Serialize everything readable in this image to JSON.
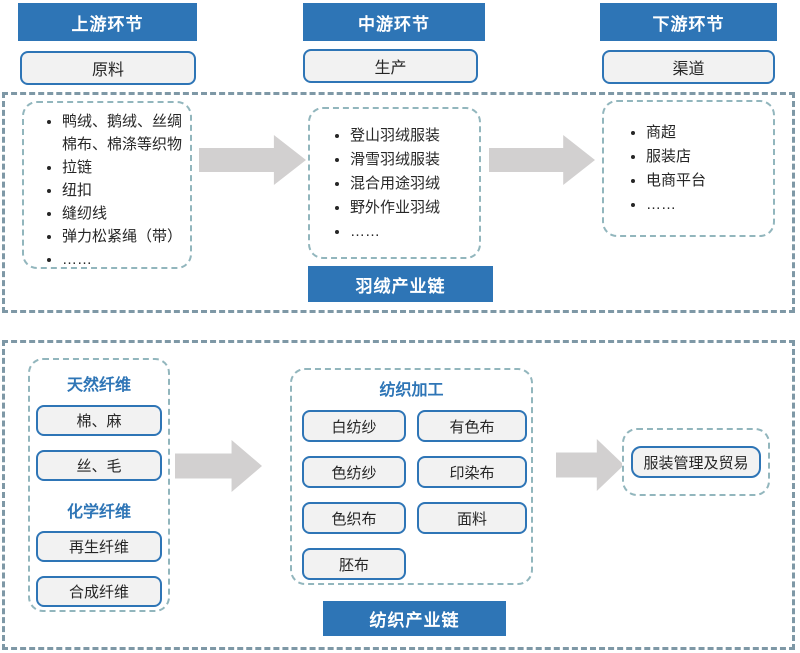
{
  "colors": {
    "accent": "#2E75B6",
    "panel-fill": "#F2F2F2",
    "outer-dash": "#7E98A6",
    "inner-dash": "#92B6BD",
    "arrow": "#D2D0D0",
    "text": "#262626"
  },
  "stages": [
    {
      "title": "上游环节",
      "label": "原料"
    },
    {
      "title": "中游环节",
      "label": "生产"
    },
    {
      "title": "下游环节",
      "label": "渠道"
    }
  ],
  "down_chain": {
    "chain_label": "羽绒产业链",
    "materials": [
      "鸭绒、鹅绒、丝绸棉布、棉涤等织物",
      "拉链",
      "纽扣",
      "缝纫线",
      "弹力松紧绳（带）",
      "……"
    ],
    "products": [
      "登山羽绒服装",
      "滑雪羽绒服装",
      "混合用途羽绒",
      "野外作业羽绒",
      "……"
    ],
    "channels": [
      "商超",
      "服装店",
      "电商平台",
      "……"
    ]
  },
  "textile_chain": {
    "chain_label": "纺织产业链",
    "fiber_groups": [
      {
        "title": "天然纤维",
        "items": [
          "棉、麻",
          "丝、毛"
        ]
      },
      {
        "title": "化学纤维",
        "items": [
          "再生纤维",
          "合成纤维"
        ]
      }
    ],
    "processing": {
      "title": "纺织加工",
      "items": [
        "白纺纱",
        "有色布",
        "色纺纱",
        "印染布",
        "色织布",
        "面料",
        "胚布"
      ]
    },
    "destination": "服装管理及贸易"
  }
}
